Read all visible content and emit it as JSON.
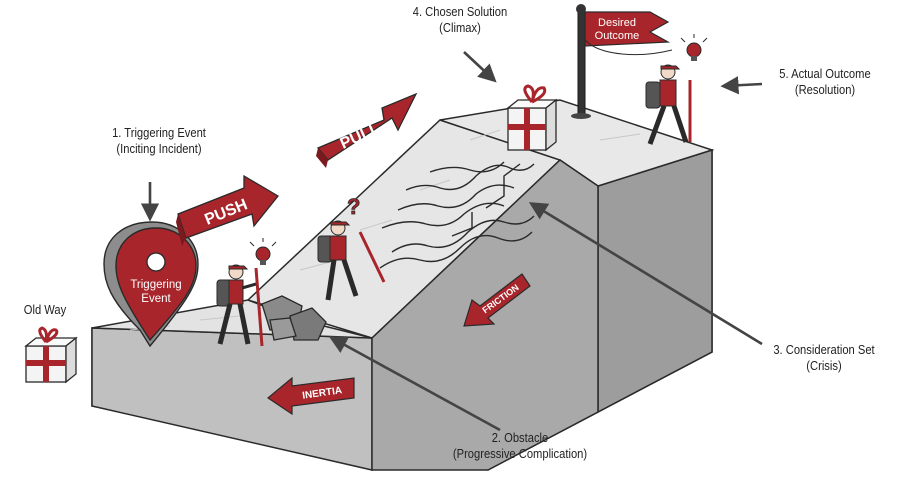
{
  "labels": {
    "triggering_event": {
      "title": "1. Triggering Event",
      "subtitle": "(Inciting Incident)"
    },
    "obstacle": {
      "title": "2. Obstacle",
      "subtitle": "(Progressive Complication)"
    },
    "consideration_set": {
      "title": "3. Consideration Set",
      "subtitle": "(Crisis)"
    },
    "chosen_solution": {
      "title": "4. Chosen Solution",
      "subtitle": "(Climax)"
    },
    "actual_outcome": {
      "title": "5. Actual Outcome",
      "subtitle": "(Resolution)"
    },
    "old_way": "Old Way"
  },
  "arrows": {
    "push": "PUSH",
    "pull": "PULL",
    "inertia": "INERTIA",
    "friction": "FRICTION"
  },
  "pin_label": {
    "line1": "Triggering",
    "line2": "Event"
  },
  "flag_label": {
    "line1": "Desired",
    "line2": "Outcome"
  },
  "colors": {
    "accent": "#a8262b",
    "top_face": "#e6e6e6",
    "front_face": "#b5b5b5",
    "side_face": "#9c9c9c",
    "outline": "#2a2a2a"
  },
  "icons": [
    "gift-box-icon",
    "map-pin-icon",
    "flag-icon",
    "lightbulb-icon",
    "question-mark-icon",
    "hiker-icon",
    "rock-icon",
    "maze-icon"
  ]
}
